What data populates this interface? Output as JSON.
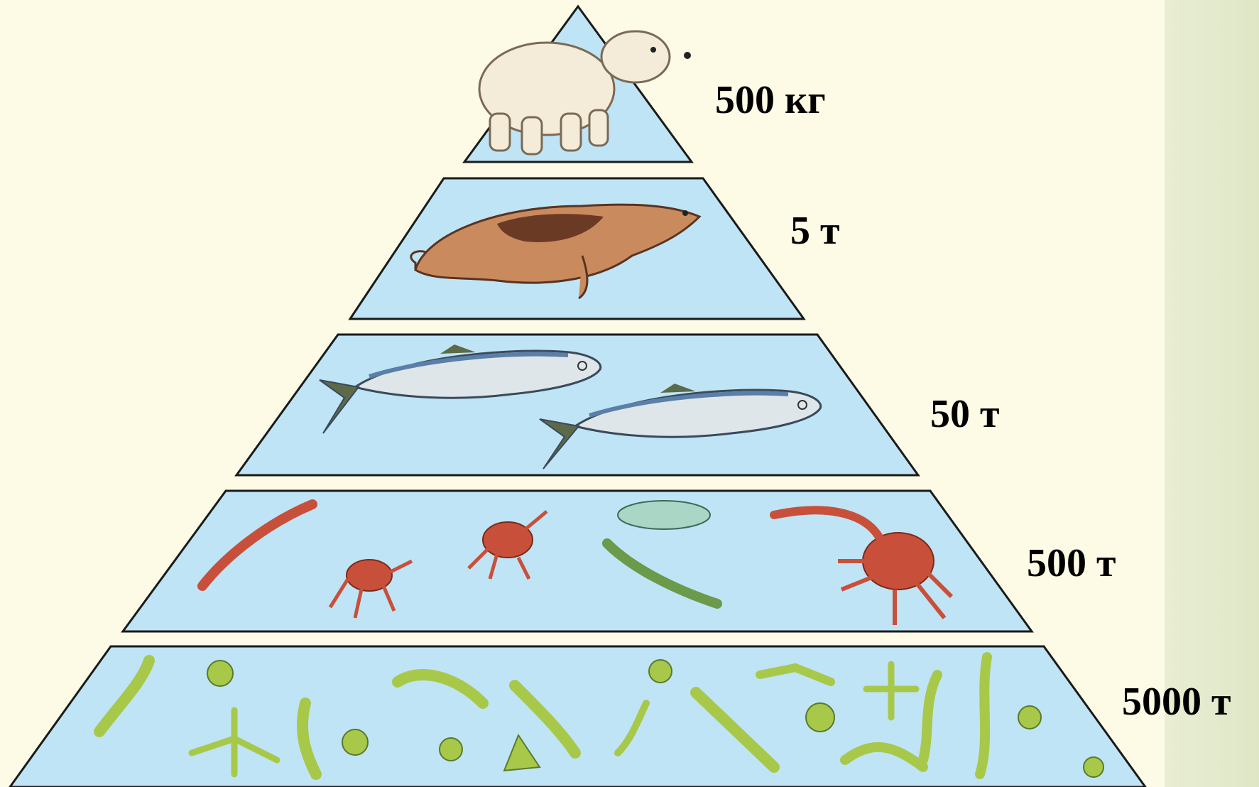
{
  "pyramid": {
    "colors": {
      "background": "#fdfbe6",
      "tier_fill": "#bfe4f6",
      "tier_stroke": "#1a1a1a",
      "bear": "#f4ecd8",
      "seal": "#c98a5e",
      "seal_spots": "#6b3a25",
      "fish": "#dfe6ea",
      "fish_back": "#5a7fa8",
      "zooplankton": "#c8503a",
      "phytoplankton": "#a8c84a"
    },
    "tiers": [
      {
        "id": "bear",
        "organism_icon": "polar-bear-icon",
        "mass": "500 кг"
      },
      {
        "id": "seal",
        "organism_icon": "seal-icon",
        "mass": "5 т"
      },
      {
        "id": "fish",
        "organism_icon": "fish-icon",
        "mass": "50 т"
      },
      {
        "id": "zooplankton",
        "organism_icon": "zooplankton-icon",
        "mass": "500 т"
      },
      {
        "id": "phytoplankton",
        "organism_icon": "phytoplankton-icon",
        "mass": "5000 т"
      }
    ]
  }
}
